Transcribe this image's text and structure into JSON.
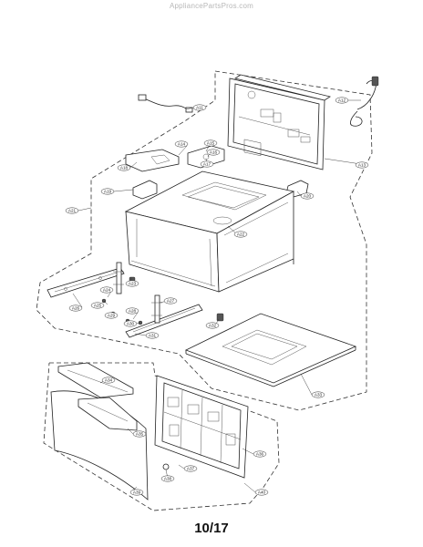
{
  "watermark": "AppliancePartsPros.com",
  "page_number": "10/17",
  "callouts": {
    "A11": "A11",
    "A12": "A12",
    "A13": "A13",
    "A14": "A14",
    "A15": "A15",
    "A16": "A16",
    "A17": "A17",
    "A18": "A18",
    "A19": "A19",
    "A20": "A20",
    "A21": "A21",
    "A22": "A22",
    "A23": "A23",
    "A24": "A24",
    "A25": "A25",
    "A26": "A26",
    "A27": "A27",
    "A28": "A28",
    "A29": "A29",
    "A30": "A30",
    "A31": "A31",
    "A32": "A32",
    "A33": "A33",
    "A34": "A34",
    "A35": "A35",
    "A36": "A36",
    "A37": "A37",
    "A38": "A38",
    "A39": "A39",
    "A40": "A40"
  }
}
